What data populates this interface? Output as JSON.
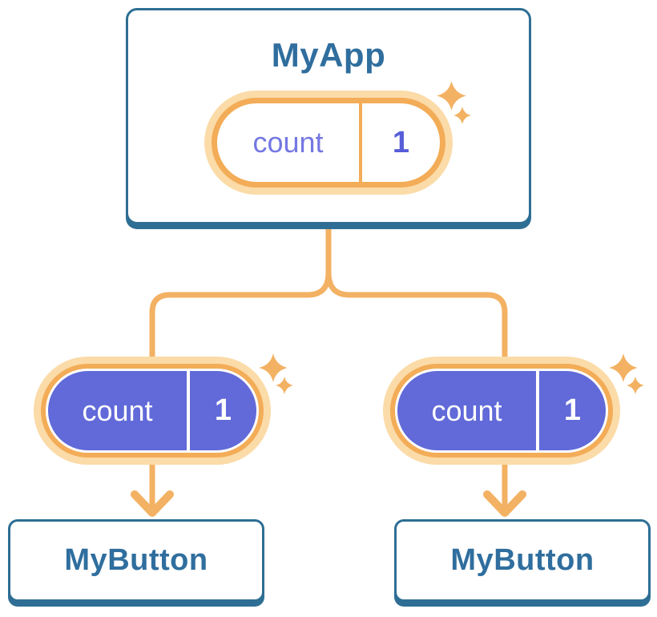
{
  "colors": {
    "card-border": "#2E6E94",
    "card-text": "#2F6E9E",
    "connector": "#F3B163",
    "pill-border": "#F3AC57",
    "pill-ring": "#FBDBA8",
    "pill-fill": "#616AD8",
    "state-name-text": "#7477E2",
    "state-value-text": "#575ED8",
    "pill-text-light": "#FFFFFF"
  },
  "diagram": {
    "root": {
      "title": "MyApp",
      "state": {
        "name": "count",
        "value": "1"
      }
    },
    "children": [
      {
        "title": "MyButton",
        "prop": {
          "name": "count",
          "value": "1"
        }
      },
      {
        "title": "MyButton",
        "prop": {
          "name": "count",
          "value": "1"
        }
      }
    ]
  }
}
